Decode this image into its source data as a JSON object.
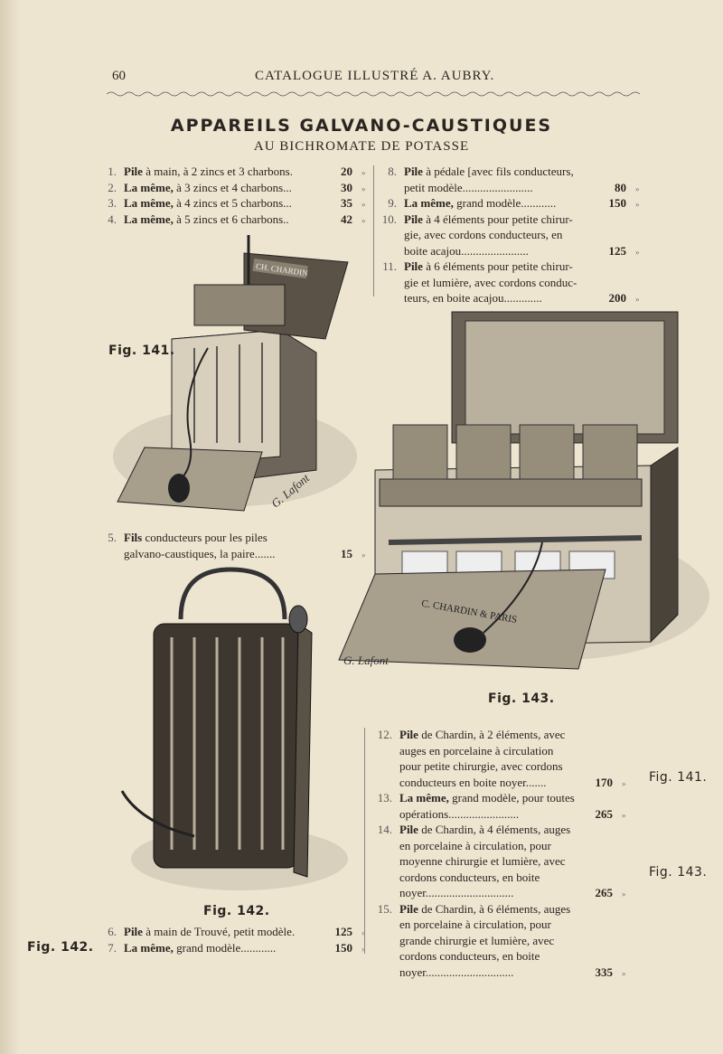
{
  "header": {
    "page_number": "60",
    "running_title": "CATALOGUE ILLUSTRÉ A. AUBRY."
  },
  "heading": "APPAREILS GALVANO-CAUSTIQUES",
  "subheading": "AU BICHROMATE DE POTASSE",
  "currency_mark": "»",
  "items_left_top": [
    {
      "num": "1.",
      "lead": "Pile",
      "lines": [
        " à main, à 2 zincs et 3 charbons."
      ],
      "price": "20"
    },
    {
      "num": "2.",
      "lead": "La même,",
      "lines": [
        " à 3 zincs et 4 charbons..."
      ],
      "price": "30"
    },
    {
      "num": "3.",
      "lead": "La même,",
      "lines": [
        " à 4 zincs et 5 charbons..."
      ],
      "price": "35"
    },
    {
      "num": "4.",
      "lead": "La même,",
      "lines": [
        " à 5 zincs et 6 charbons.."
      ],
      "price": "42"
    }
  ],
  "items_right_top": [
    {
      "num": "8.",
      "lead": "Pile",
      "lines": [
        " à pédale [avec fils conducteurs,",
        "petit modèle........................"
      ],
      "price": "80"
    },
    {
      "num": "9.",
      "lead": "La même,",
      "lines": [
        " grand modèle............"
      ],
      "price": "150"
    },
    {
      "num": "10.",
      "lead": "Pile",
      "lines": [
        " à 4 éléments pour petite chirur-",
        "gie, avec cordons conducteurs, en",
        "boite acajou......................."
      ],
      "price": "125"
    },
    {
      "num": "11.",
      "lead": "Pile",
      "lines": [
        " à 6 éléments pour petite chirur-",
        "gie et lumière, avec cordons conduc-",
        "teurs, en boite acajou............."
      ],
      "price": "200"
    }
  ],
  "items_left_mid": [
    {
      "num": "5.",
      "lead": "Fils",
      "lines": [
        " conducteurs pour les piles",
        "galvano-caustiques, la paire......."
      ],
      "price": "15"
    }
  ],
  "items_left_bottom": [
    {
      "num": "6.",
      "lead": "Pile",
      "lines": [
        " à main de Trouvé, petit modèle."
      ],
      "price": "125"
    },
    {
      "num": "7.",
      "lead": "La même,",
      "lines": [
        " grand modèle............"
      ],
      "price": "150"
    }
  ],
  "items_right_bottom": [
    {
      "num": "12.",
      "lead": "Pile",
      "lines": [
        " de Chardin, à 2 éléments, avec",
        "auges en porcelaine à circulation",
        "pour petite chirurgie, avec cordons",
        "conducteurs en boite noyer......."
      ],
      "price": "170"
    },
    {
      "num": "13.",
      "lead": "La même,",
      "lines": [
        " grand modèle, pour toutes",
        "opérations........................"
      ],
      "price": "265"
    },
    {
      "num": "14.",
      "lead": "Pile",
      "lines": [
        " de Chardin, à 4 éléments, auges",
        "en porcelaine à circulation, pour",
        "moyenne chirurgie et lumière, avec",
        "cordons conducteurs, en boite",
        "noyer.............................."
      ],
      "price": "265"
    },
    {
      "num": "15.",
      "lead": "Pile",
      "lines": [
        " de Chardin, à 6 éléments, auges",
        "en porcelaine à circulation, pour",
        "grande chirurgie et lumière, avec",
        "cordons conducteurs, en boite",
        "noyer.............................."
      ],
      "price": "335"
    }
  ],
  "figures": {
    "fig141": "Fig. 141.",
    "fig142": "Fig. 142.",
    "fig143": "Fig. 143."
  },
  "margin_refs": {
    "item12": "Fig. 141.",
    "item14": "Fig. 143.",
    "item7": "Fig. 142."
  },
  "engraving_text": {
    "fig141_lid": "CH. CHARDIN",
    "fig141_signature": "G. Lafont",
    "fig143_front": "C. CHARDIN & PARIS",
    "fig143_signature": "G. Lafont"
  },
  "colors": {
    "paper": "#eee5d1",
    "ink": "#2a2520"
  }
}
